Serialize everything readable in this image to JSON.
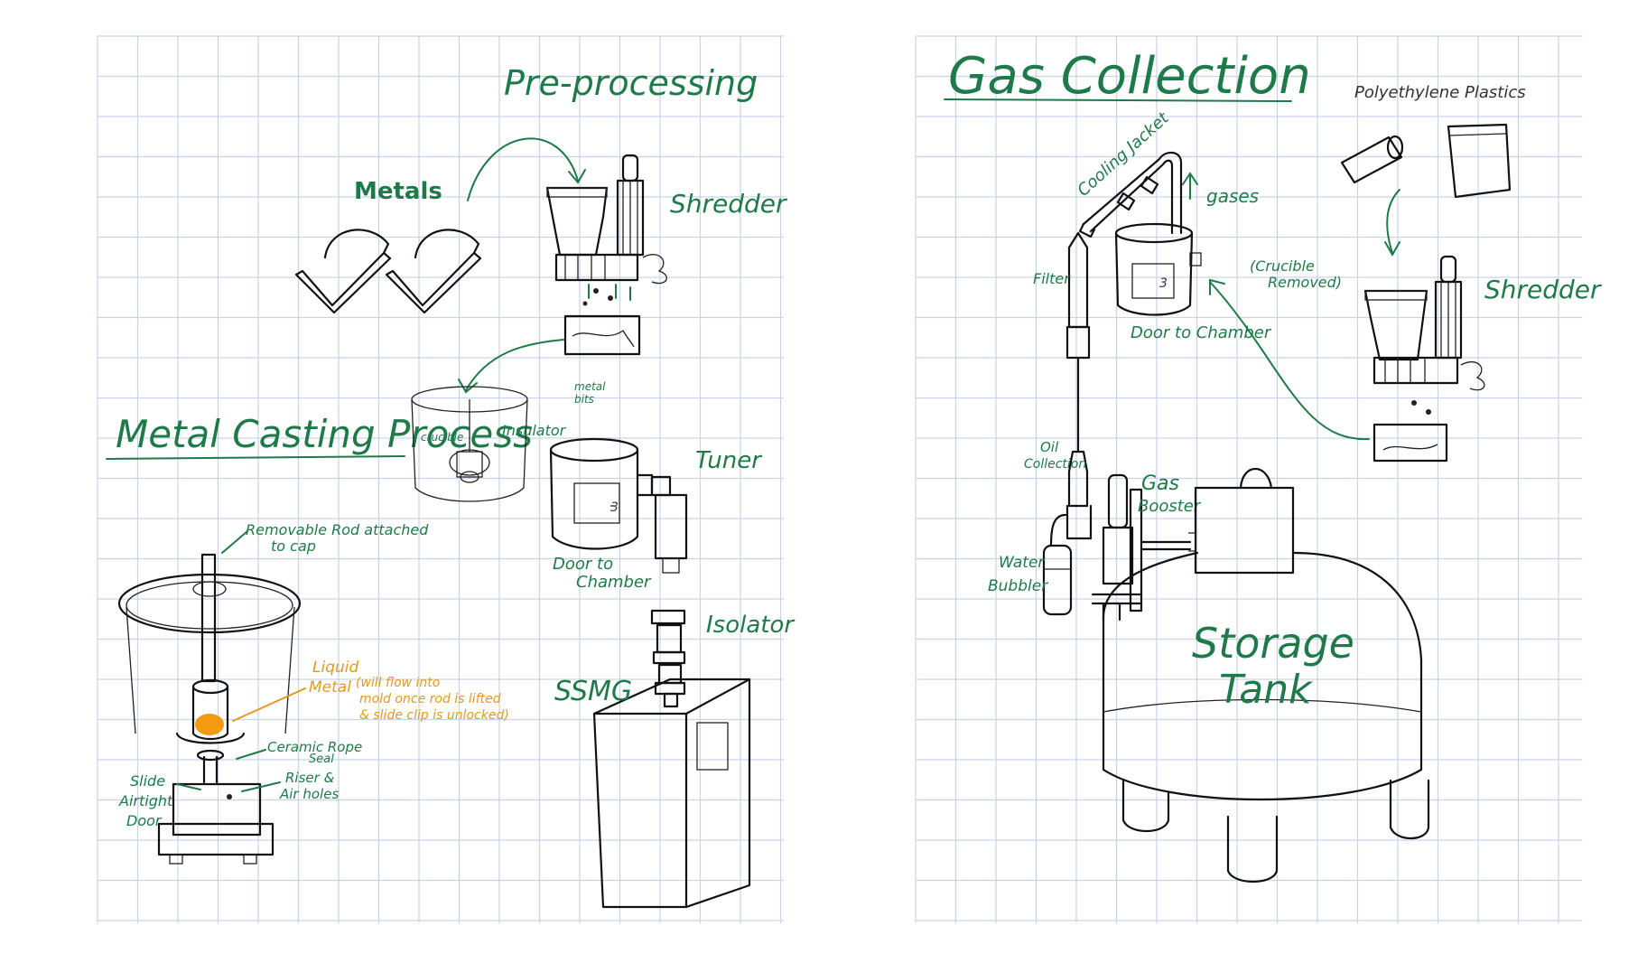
{
  "left_page": {
    "title_preprocessing": "Pre-processing",
    "title_casting": "Metal Casting Process",
    "labels": {
      "metals": "Metals",
      "shredder": "Shredder",
      "metal_bits_1": "metal",
      "metal_bits_2": "bits",
      "crucible": "crucible",
      "insulator": "Insulator",
      "tuner": "Tuner",
      "door_chamber_1": "Door to",
      "door_chamber_2": "Chamber",
      "isolator": "Isolator",
      "ssmg": "SSMG",
      "removable_rod_1": "Removable Rod attached",
      "removable_rod_2": "to cap",
      "liquid_metal_1": "Liquid",
      "liquid_metal_2": "Metal",
      "liquid_metal_note_1": "(will flow into",
      "liquid_metal_note_2": "mold once rod is lifted",
      "liquid_metal_note_3": "& slide clip is unlocked)",
      "ceramic_rope_1": "Ceramic Rope",
      "ceramic_rope_2": "Seal",
      "slide_door_1": "Slide",
      "slide_door_2": "Airtight",
      "slide_door_3": "Door",
      "riser_1": "Riser &",
      "riser_2": "Air holes",
      "chamber_number": "3"
    }
  },
  "right_page": {
    "title_gas": "Gas Collection",
    "labels": {
      "polyethylene": "Polyethylene Plastics",
      "shredder": "Shredder",
      "cooling_jacket": "Cooling Jacket",
      "gases": "gases",
      "filter": "Filter",
      "crucible_removed_1": "(Crucible",
      "crucible_removed_2": "Removed)",
      "door_chamber": "Door to Chamber",
      "oil_collection_1": "Oil",
      "oil_collection_2": "Collection",
      "gas_booster_1": "Gas",
      "gas_booster_2": "Booster",
      "water_bubbler_1": "Water",
      "water_bubbler_2": "Bubbler",
      "storage_tank_1": "Storage",
      "storage_tank_2": "Tank",
      "chamber_number": "3"
    }
  },
  "colors": {
    "handwriting": "#1f7a4a",
    "highlight": "#e39a1c",
    "molten": "#f39a10",
    "ink": "#111111",
    "grid": "#c9d3e8"
  }
}
